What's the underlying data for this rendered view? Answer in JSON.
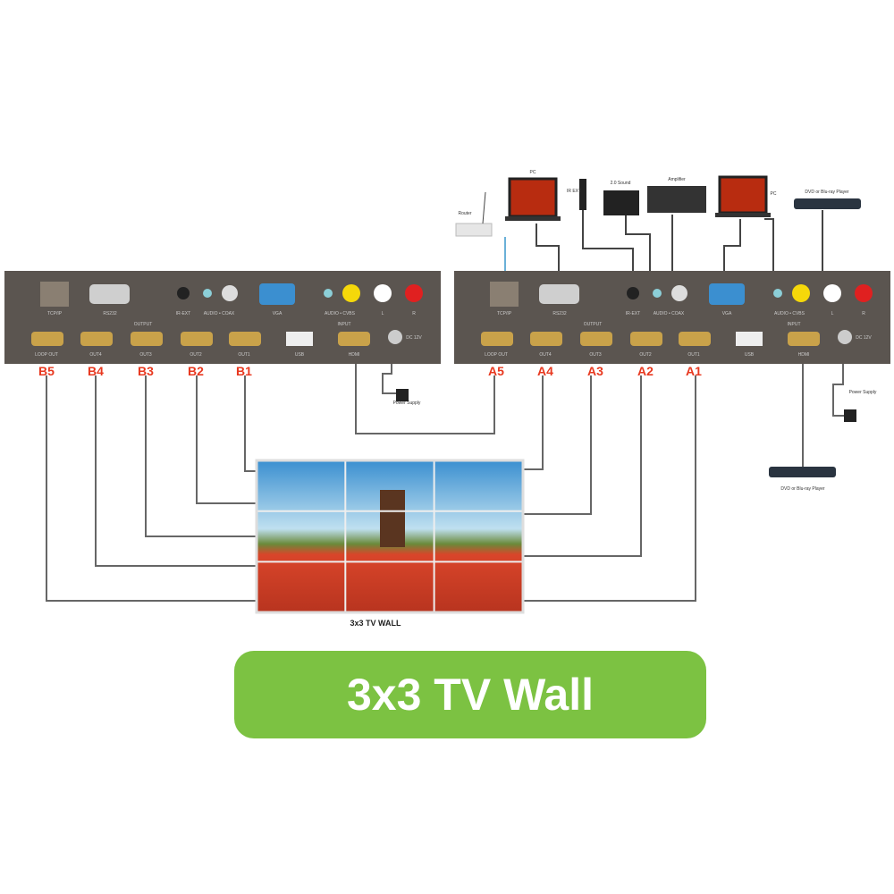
{
  "colors": {
    "panel": "#5b5550",
    "accent_red": "#e8381f",
    "banner": "#7cc242",
    "hdmi_gold": "#c9a24a"
  },
  "panel_labels": {
    "tcpip": "TCP/IP",
    "rs232": "RS232",
    "ir_ext": "IR-EXT",
    "audio_coax": "AUDIO • COAX",
    "vga": "VGA",
    "audio_cvbs": "AUDIO • CVBS",
    "l": "L",
    "r": "R",
    "output": "OUTPUT",
    "input": "INPUT",
    "usb": "USB",
    "hdmi": "HDMI",
    "dc": "DC 12V",
    "outs": [
      "LOOP OUT",
      "OUT4",
      "OUT3",
      "OUT2",
      "OUT1"
    ]
  },
  "left_unit": {
    "ports": [
      "B5",
      "B4",
      "B3",
      "B2",
      "B1"
    ],
    "power": "Power Supply"
  },
  "right_unit": {
    "ports": [
      "A5",
      "A4",
      "A3",
      "A2",
      "A1"
    ],
    "power": "Power Supply"
  },
  "devices": {
    "router": "Router",
    "pc1": "PC",
    "ir_ext": "IR EXT",
    "sound": "2.0 Sound",
    "amplifier": "Amplifier",
    "pc2": "PC",
    "dvd_top": "DVD or Blu-ray Player",
    "dvd_bottom": "DVD or Blu-ray Player"
  },
  "wall_caption": "3x3 TV WALL",
  "banner": "3x3 TV Wall"
}
